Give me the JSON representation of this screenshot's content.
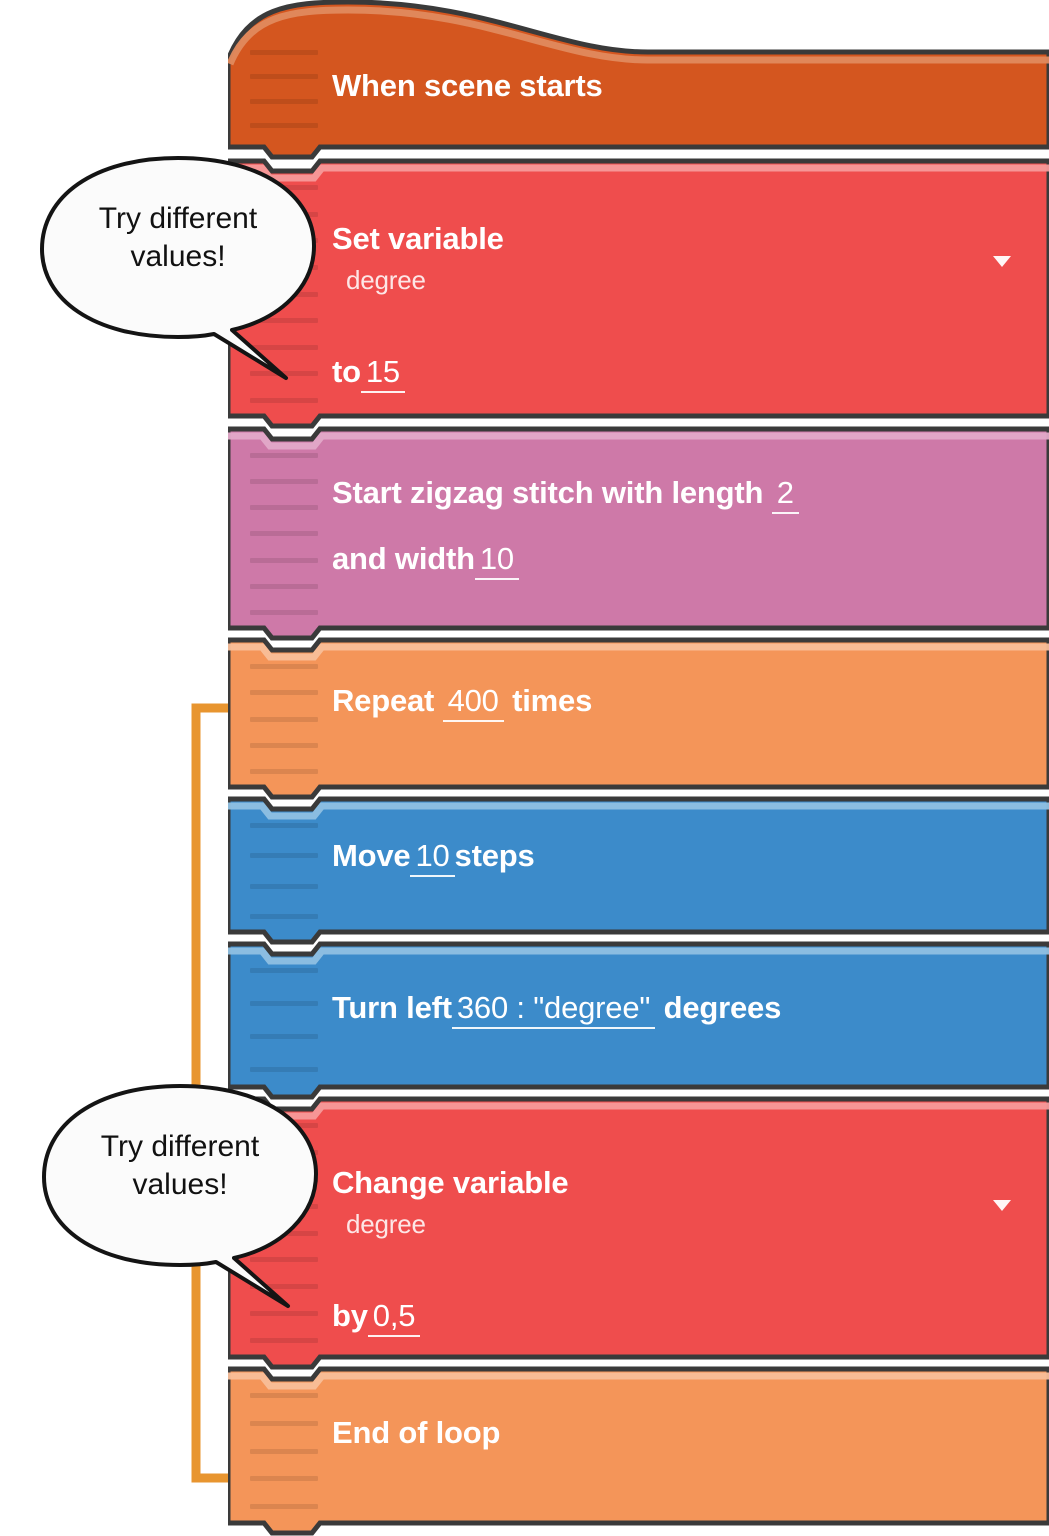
{
  "app": {
    "type": "visual-block-programming-canvas",
    "background": "#ffffff"
  },
  "palette": {
    "hat_orange": "#D4561F",
    "hat_orange_light": "#E08A5E",
    "red": "#EF4D4D",
    "red_light": "#F69A9A",
    "pink": "#CE79A8",
    "pink_light": "#E2A9C8",
    "orange": "#F49559",
    "orange_light": "#F8BE99",
    "blue": "#3C8BCA",
    "blue_light": "#8FC0E2",
    "outline_dark": "#3A3A3A",
    "loop_bracket": "#E8952F",
    "bubble_fill": "#FBFBFB",
    "bubble_stroke": "#141414",
    "text_white": "#FFFFFF"
  },
  "blocks": [
    {
      "id": "when-scene-starts",
      "kind": "hat",
      "color": "#D4561F",
      "label": "When scene starts"
    },
    {
      "id": "set-variable",
      "kind": "statement",
      "color": "#EF4D4D",
      "label": "Set variable",
      "variable": "degree",
      "prefix": "to",
      "value": "15",
      "has_dropdown": true
    },
    {
      "id": "start-zigzag-stitch",
      "kind": "statement",
      "color": "#CE79A8",
      "line1_prefix": "Start zigzag stitch with length",
      "line1_value": "2",
      "line2_prefix": "and width",
      "line2_value": "10"
    },
    {
      "id": "repeat",
      "kind": "loop-start",
      "color": "#F49559",
      "prefix": "Repeat",
      "value": "400",
      "suffix": "times"
    },
    {
      "id": "move",
      "kind": "statement",
      "color": "#3C8BCA",
      "prefix": "Move",
      "value": "10",
      "suffix": "steps"
    },
    {
      "id": "turn-left",
      "kind": "statement",
      "color": "#3C8BCA",
      "prefix": "Turn left",
      "value": "360 : \"degree\"",
      "suffix": "degrees"
    },
    {
      "id": "change-variable",
      "kind": "statement",
      "color": "#EF4D4D",
      "label": "Change variable",
      "variable": "degree",
      "prefix": "by",
      "value": "0,5",
      "has_dropdown": true
    },
    {
      "id": "end-of-loop",
      "kind": "loop-end",
      "color": "#F49559",
      "label": "End of loop"
    }
  ],
  "annotations": [
    {
      "id": "hint-top",
      "text": "Try different\nvalues!"
    },
    {
      "id": "hint-bottom",
      "text": "Try different\nvalues!"
    }
  ]
}
